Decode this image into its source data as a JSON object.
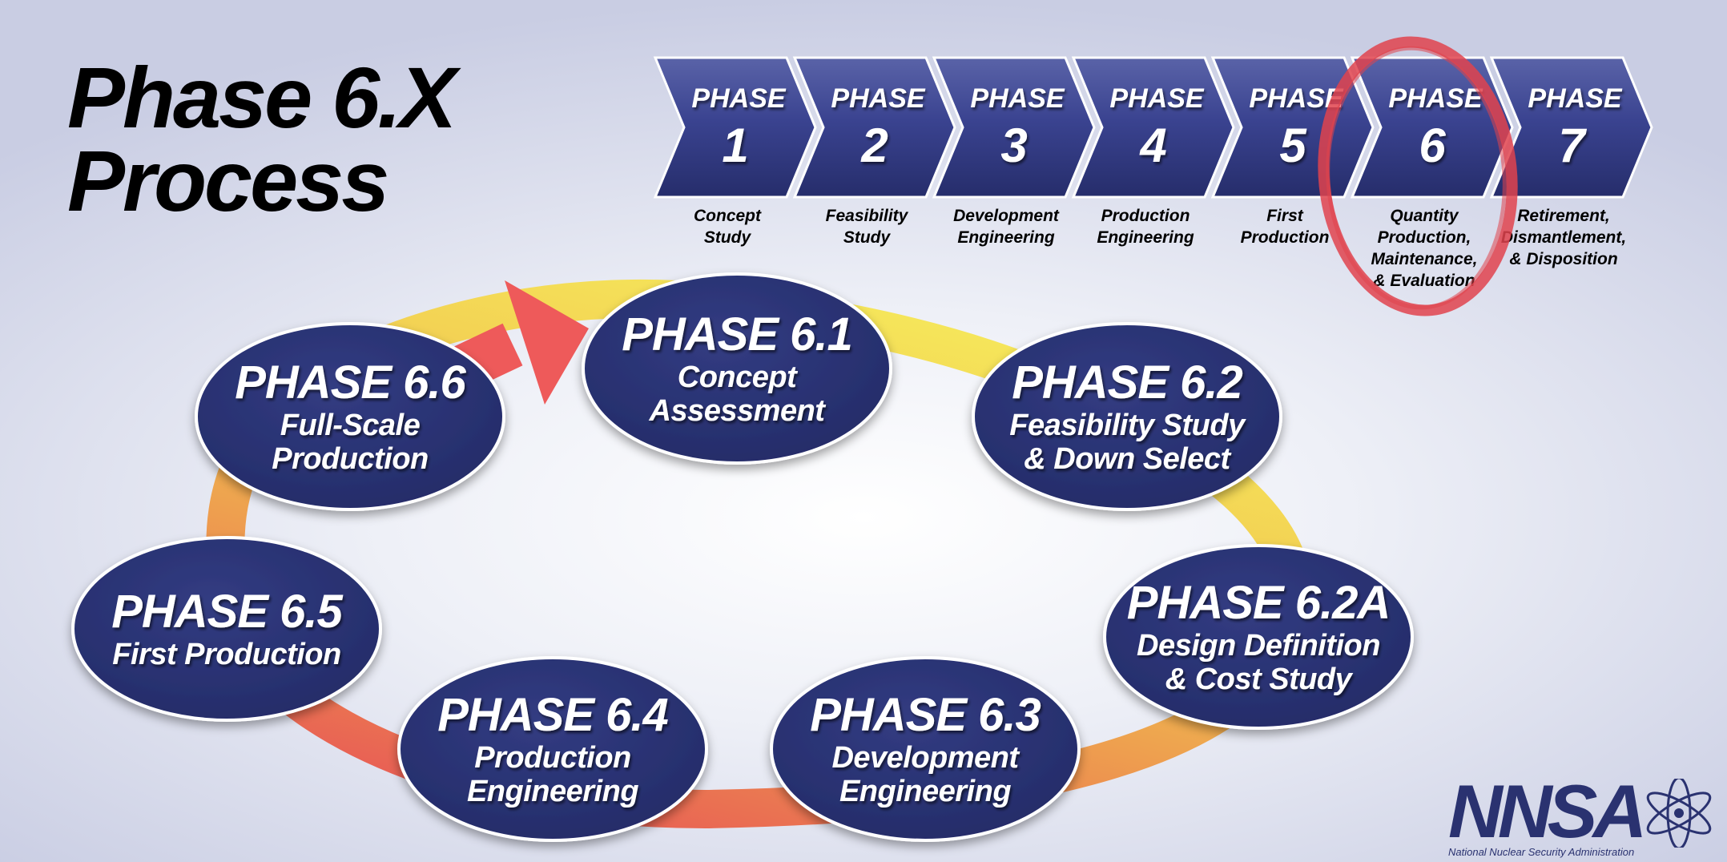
{
  "title": {
    "line1": "Phase 6.X",
    "line2": "Process"
  },
  "phases": [
    {
      "word": "PHASE",
      "number": "1",
      "desc": [
        "Concept",
        "Study"
      ]
    },
    {
      "word": "PHASE",
      "number": "2",
      "desc": [
        "Feasibility",
        "Study"
      ]
    },
    {
      "word": "PHASE",
      "number": "3",
      "desc": [
        "Development",
        "Engineering"
      ]
    },
    {
      "word": "PHASE",
      "number": "4",
      "desc": [
        "Production",
        "Engineering"
      ]
    },
    {
      "word": "PHASE",
      "number": "5",
      "desc": [
        "First",
        "Production"
      ]
    },
    {
      "word": "PHASE",
      "number": "6",
      "desc": [
        "Quantity",
        "Production,",
        "Maintenance,",
        "& Evaluation"
      ]
    },
    {
      "word": "PHASE",
      "number": "7",
      "desc": [
        "Retirement,",
        "Dismantlement,",
        "& Disposition"
      ]
    }
  ],
  "highlighted_phase": "6",
  "cycle_nodes": [
    {
      "title": "PHASE 6.1",
      "desc": [
        "Concept",
        "Assessment"
      ]
    },
    {
      "title": "PHASE 6.2",
      "desc": [
        "Feasibility Study",
        "& Down Select"
      ]
    },
    {
      "title": "PHASE 6.2A",
      "desc": [
        "Design Definition",
        "& Cost Study"
      ]
    },
    {
      "title": "PHASE 6.3",
      "desc": [
        "Development",
        "Engineering"
      ]
    },
    {
      "title": "PHASE 6.4",
      "desc": [
        "Production",
        "Engineering"
      ]
    },
    {
      "title": "PHASE 6.5",
      "desc": [
        "First Production"
      ]
    },
    {
      "title": "PHASE 6.6",
      "desc": [
        "Full-Scale",
        "Production"
      ]
    }
  ],
  "logo": {
    "text": "NNSA",
    "caption": "National Nuclear Security Administration",
    "icon": "atom-icon"
  },
  "colors": {
    "node_fill": "#2a3373",
    "chevron_fill": "#37408a",
    "highlight": "#e0434d",
    "cycle_start": "#f5e85a",
    "cycle_end": "#ee5a55"
  }
}
